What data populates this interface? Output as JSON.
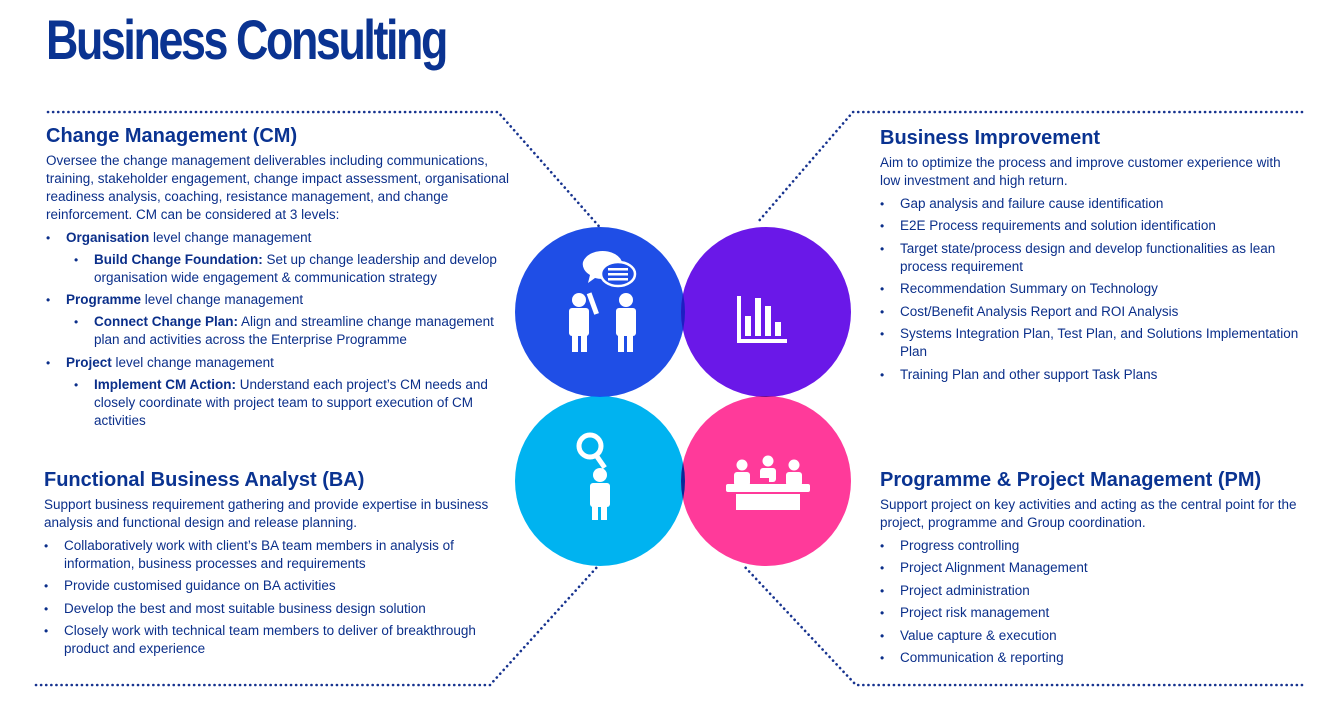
{
  "title": "Business Consulting",
  "colors": {
    "title": "#0a3391",
    "text": "#0b2f8a",
    "circle_cm": "#1f4ee6",
    "circle_bi": "#6a18e8",
    "circle_ba": "#00b3f0",
    "circle_pm": "#ff3a9a",
    "dotted_line": "#17338f"
  },
  "icons": {
    "cm": "people-discussion-icon",
    "bi": "bar-chart-icon",
    "ba": "analyst-magnifier-icon",
    "pm": "team-meeting-icon"
  },
  "change_management": {
    "heading": "Change Management (CM)",
    "description": "Oversee the change management deliverables including communications, training, stakeholder engagement, change impact assessment, organisational readiness analysis, coaching, resistance management, and change reinforcement. CM can be considered at 3 levels:",
    "levels": [
      {
        "bold": "Organisation",
        "text": " level change management",
        "sub_bold": "Build Change Foundation:",
        "sub_text": " Set up change leadership and develop organisation wide engagement & communication strategy"
      },
      {
        "bold": "Programme",
        "text": " level change management",
        "sub_bold": "Connect Change Plan:",
        "sub_text": " Align and streamline change management plan and activities across the Enterprise Programme"
      },
      {
        "bold": "Project",
        "text": " level change management",
        "sub_bold": "Implement CM Action:",
        "sub_text": " Understand each project’s CM needs and closely coordinate with project team to support execution of CM activities"
      }
    ]
  },
  "business_improvement": {
    "heading": "Business Improvement",
    "description": "Aim to optimize the process and improve customer experience with low investment and high return.",
    "items": [
      "Gap analysis and failure cause identification",
      "E2E Process requirements and solution identification",
      "Target state/process design and develop functionalities as lean process requirement",
      "Recommendation Summary on Technology",
      "Cost/Benefit Analysis Report and ROI Analysis",
      "Systems Integration Plan, Test Plan, and Solutions Implementation Plan",
      "Training Plan and other support Task Plans"
    ]
  },
  "business_analyst": {
    "heading": "Functional Business Analyst (BA)",
    "description": "Support business requirement gathering and provide expertise in business analysis and functional design and release planning.",
    "items": [
      "Collaboratively work with client’s BA team members in analysis of information, business processes and requirements",
      "Provide customised guidance on BA activities",
      "Develop the best and most suitable business design solution",
      "Closely work with technical team members to deliver of breakthrough product and experience"
    ]
  },
  "project_management": {
    "heading": "Programme & Project Management (PM)",
    "description": "Support project on key activities and acting as the central point for the project, programme and Group coordination.",
    "items": [
      "Progress controlling",
      "Project Alignment Management",
      "Project administration",
      "Project risk management",
      "Value capture & execution",
      "Communication & reporting"
    ]
  }
}
